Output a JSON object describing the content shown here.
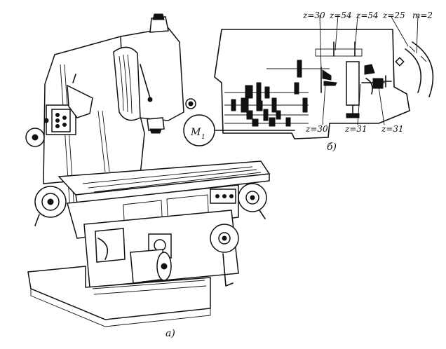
{
  "figure": {
    "caption_a": "а)",
    "caption_b": "б)",
    "motor_label": "M",
    "motor_subscript": "1",
    "gear_labels": {
      "top_z30": "z=30",
      "top_z54a": "z=54",
      "top_z54b": "z=54",
      "top_z25": "z=25",
      "top_m2": "m=2",
      "bottom_z30": "z=30",
      "bottom_z31a": "z=31",
      "bottom_z31b": "z=31"
    }
  }
}
